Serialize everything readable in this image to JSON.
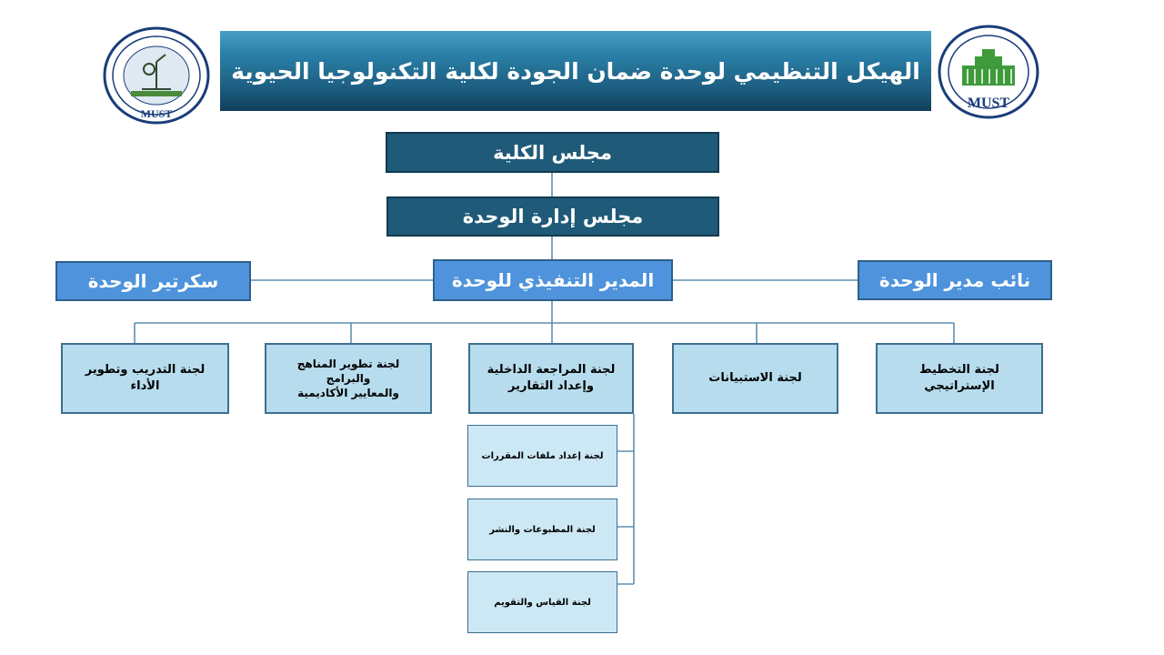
{
  "header": {
    "title": "الهيكل التنظيمي لوحدة ضمان الجودة لكلية التكنولوجيا الحيوية"
  },
  "logos": {
    "left": {
      "icon": "biotech-college-seal-icon",
      "text": "MUST"
    },
    "right": {
      "icon": "university-seal-icon",
      "text": "MUST"
    }
  },
  "org": {
    "faculty_council": "مجلس الكلية",
    "unit_board": "مجلس إدارة الوحدة",
    "executive_director": "المدير التنفيذي للوحدة",
    "secretary": "سكرتير الوحدة",
    "deputy_director": "نائب مدير الوحدة",
    "committees": {
      "strategic_planning": "لجنة التخطيط الإستراتيجي",
      "surveys": "لجنة الاستبيانات",
      "internal_review": "لجنة المراجعة الداخلية\nوإعداد التقارير",
      "curricula": "لجنة تطوير المناهج والبرامج\nوالمعايير الأكاديمية",
      "training": "لجنة التدريب وتطوير الأداء"
    },
    "subcommittees": {
      "course_files": "لجنة إعداد ملفات المقررات",
      "publications": "لجنة المطبوعات والنشر",
      "assessment": "لجنة القياس والتقويم"
    }
  },
  "colors": {
    "dark_box": "#1f5a78",
    "mid_box": "#4e93dc",
    "light_box": "#b7dced",
    "connector": "#5f8fb0"
  }
}
